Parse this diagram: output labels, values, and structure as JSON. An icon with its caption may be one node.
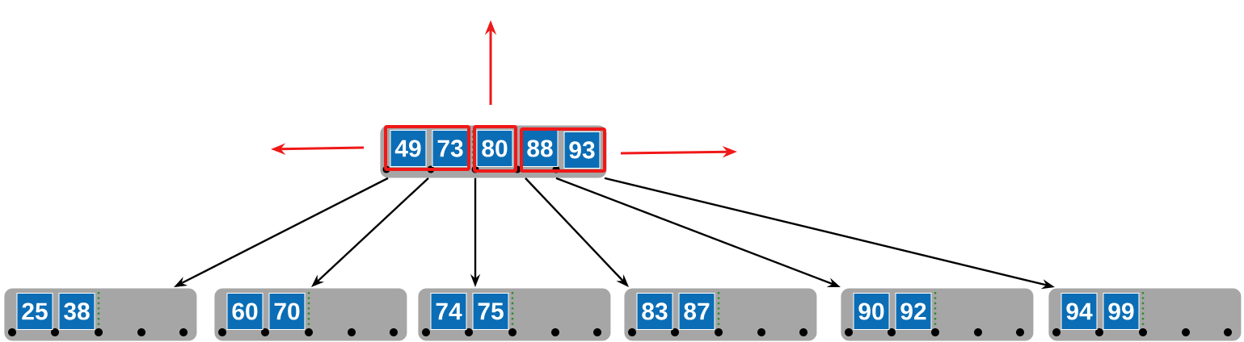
{
  "diagram": {
    "nodes": [
      {
        "text": [],
        "shape": "box"
      },
      {
        "text": [
          "49"
        ],
        "in": 0
      },
      {
        "text": [
          "73"
        ],
        "in": 0
      },
      {
        "text": [
          "80"
        ],
        "in": 0
      },
      {
        "text": [
          "88"
        ],
        "in": 0
      },
      {
        "text": [
          "93"
        ],
        "in": 0
      },
      {
        "text": [],
        "shape": "box"
      },
      {
        "text": [
          "25"
        ],
        "in": 6
      },
      {
        "text": [
          "38"
        ],
        "in": 6
      },
      {
        "text": [],
        "shape": "box"
      },
      {
        "text": [
          "60"
        ],
        "in": 9
      },
      {
        "text": [
          "70"
        ],
        "in": 9
      },
      {
        "text": [],
        "shape": "box"
      },
      {
        "text": [
          "74"
        ],
        "in": 12
      },
      {
        "text": [
          "75"
        ],
        "in": 12
      },
      {
        "text": [],
        "shape": "box"
      },
      {
        "text": [
          "83"
        ],
        "in": 15
      },
      {
        "text": [
          "87"
        ],
        "in": 15
      },
      {
        "text": [],
        "shape": "box"
      },
      {
        "text": [
          "90"
        ],
        "in": 18
      },
      {
        "text": [
          "92"
        ],
        "in": 18
      },
      {
        "text": [],
        "shape": "box"
      },
      {
        "text": [
          "94"
        ],
        "in": 21
      },
      {
        "text": [
          "99"
        ],
        "in": 21
      }
    ],
    "edges": [
      {
        "from": 0,
        "to": 6,
        "arrow": "to"
      },
      {
        "from": 0,
        "to": 9,
        "arrow": "to"
      },
      {
        "from": 0,
        "to": 12,
        "arrow": "to"
      },
      {
        "from": 0,
        "to": 15,
        "arrow": "to"
      },
      {
        "from": 0,
        "to": 18,
        "arrow": "to"
      },
      {
        "from": 0,
        "to": 21,
        "arrow": "to"
      }
    ]
  }
}
